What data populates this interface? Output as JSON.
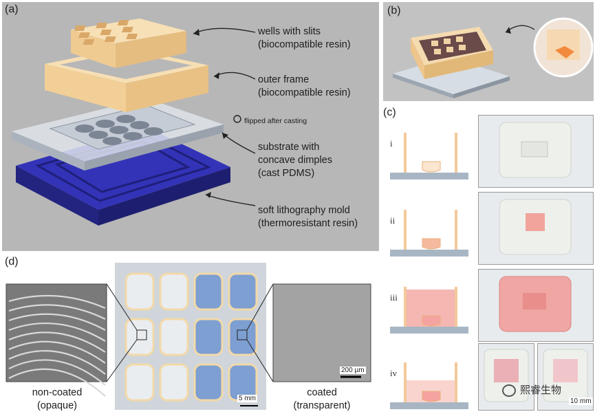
{
  "panel_labels": {
    "a": "(a)",
    "b": "(b)",
    "c": "(c)",
    "d": "(d)"
  },
  "panel_a": {
    "wells_line1": "wells with slits",
    "wells_line2": "(biocompatible resin)",
    "frame_line1": "outer frame",
    "frame_line2": "(biocompatible resin)",
    "flipped": "flipped after casting",
    "substrate_line1": "substrate with",
    "substrate_line2": "concave dimples",
    "substrate_line3": "(cast PDMS)",
    "mold_line1": "soft lithography mold",
    "mold_line2": "(thermoresistant resin)"
  },
  "panel_c": {
    "steps": [
      "i",
      "ii",
      "iii",
      "iv"
    ],
    "scale": "10 mm"
  },
  "panel_d": {
    "left_line1": "non-coated",
    "left_line2": "(opaque)",
    "right_line1": "coated",
    "right_line2": "(transparent)",
    "scale_center": "5 mm",
    "scale_right": "200 µm"
  },
  "watermark": "熙睿生物",
  "colors": {
    "resin": "#f3d3a0",
    "mold": "#2e2ea3",
    "panel_bg": "#b7b7b7",
    "pink": "#f0a8a0",
    "glass": "#b9c8d4"
  }
}
